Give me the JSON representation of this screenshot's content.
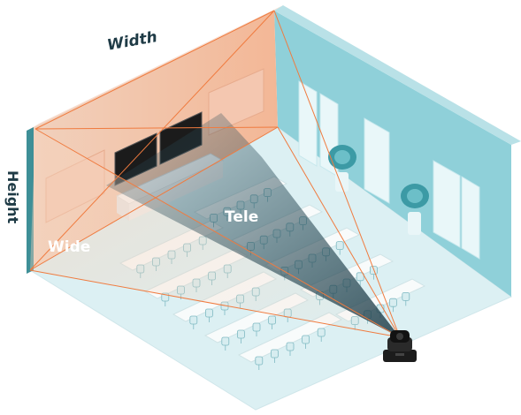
{
  "labels": {
    "width": "Width",
    "height": "Height",
    "tele": "Tele",
    "wide": "Wide"
  },
  "colors": {
    "back_wall": "#f3c8ab",
    "right_wall": "#8fd0d9",
    "floor": "#dcf0f3",
    "fov_lines": "#f07b3f",
    "tele_cone": "#2c4f5c",
    "screen": "#1b1b1b",
    "camera": "#1c1c1c"
  },
  "icons": [
    "ptz-camera-icon",
    "plant-icon",
    "chair-icon"
  ]
}
